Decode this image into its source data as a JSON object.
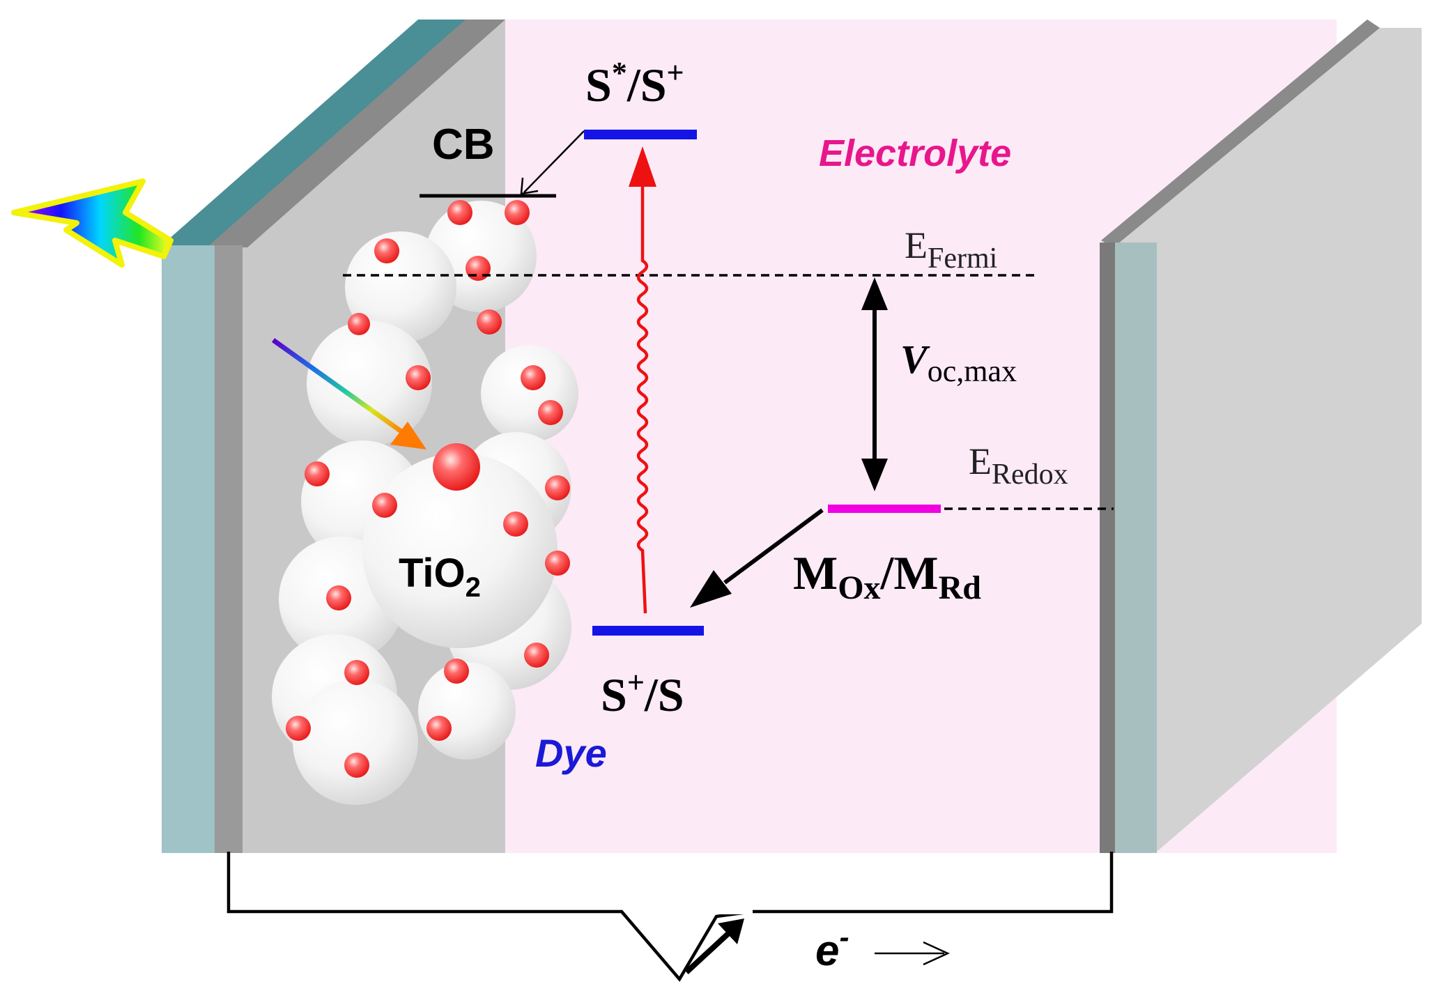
{
  "labels": {
    "cb": "CB",
    "excited": "S*/S+",
    "ground": "S+/S",
    "electrolyte": "Electrolyte",
    "fermi_main": "E",
    "fermi_sub": "Fermi",
    "voc_main": "V",
    "voc_sub": "oc,max",
    "redox_main": "E",
    "redox_sub": "Redox",
    "mox_main1": "M",
    "mox_sub1": "Ox",
    "mox_sep": "/M",
    "mox_sub2": "Rd",
    "tio2_main": "TiO",
    "tio2_sub": "2",
    "dye": "Dye",
    "electron": "e",
    "electron_sup": "-"
  },
  "colors": {
    "electrolyte_fill": "#fdeaf7",
    "glass": "#9fc3c7",
    "glass_top": "#4a8e96",
    "dye_level": "#1414e6",
    "redox_level": "#f000e0",
    "electrolyte_text": "#e8168c",
    "dye_text": "#1a1ad6",
    "excitation": "#ee1111",
    "nanoparticle_dot": "#ee2222"
  }
}
